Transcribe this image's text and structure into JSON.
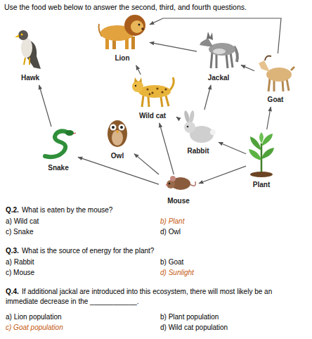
{
  "diagram": {
    "title": "Use the food web below to answer the second, third, and fourth questions.",
    "nodes": [
      {
        "text": [
          "Hawk"
        ]
      },
      {
        "text": [
          "Lion"
        ]
      },
      {
        "text": [
          "Jackal"
        ]
      },
      {
        "text": [
          "Goat"
        ]
      },
      {
        "text": [
          "Wild cat"
        ]
      },
      {
        "text": [
          "Owl"
        ]
      },
      {
        "text": [
          "Rabbit"
        ]
      },
      {
        "text": [
          "Snake"
        ]
      },
      {
        "text": [
          "Plant"
        ]
      },
      {
        "text": [
          "Mouse"
        ]
      }
    ],
    "edges": [
      {
        "from": 8,
        "to": 3,
        "arrow": "to"
      },
      {
        "from": 8,
        "to": 6,
        "arrow": "to"
      },
      {
        "from": 8,
        "to": 9,
        "arrow": "to"
      },
      {
        "from": 3,
        "to": 2,
        "arrow": "to"
      },
      {
        "from": 3,
        "to": 1,
        "arrow": "to"
      },
      {
        "from": 2,
        "to": 1,
        "arrow": "to"
      },
      {
        "from": 6,
        "to": 2,
        "arrow": "to"
      },
      {
        "from": 6,
        "to": 4,
        "arrow": "to"
      },
      {
        "from": 4,
        "to": 1,
        "arrow": "to"
      },
      {
        "from": 9,
        "to": 4,
        "arrow": "to"
      },
      {
        "from": 9,
        "to": 5,
        "arrow": "to"
      },
      {
        "from": 9,
        "to": 7,
        "arrow": "to"
      },
      {
        "from": 7,
        "to": 0,
        "arrow": "to"
      }
    ],
    "labels": [
      "Q.2.",
      "What is eaten by the mouse?",
      "a) Wild cat",
      "b) Plant",
      "c) Snake",
      "d) Owl",
      "Q.3.",
      "What is the source of energy for the plant?",
      "a) Rabbit",
      "b) Goat",
      "c) Mouse",
      "d) Sunlight",
      "Q.4.",
      "If additional jackal are introduced into this ecosystem, there will most likely be an immediate decrease in the ____________.",
      "a) Lion population",
      "b) Plant population",
      "c) Goat population",
      "d) Wild cat population"
    ]
  }
}
